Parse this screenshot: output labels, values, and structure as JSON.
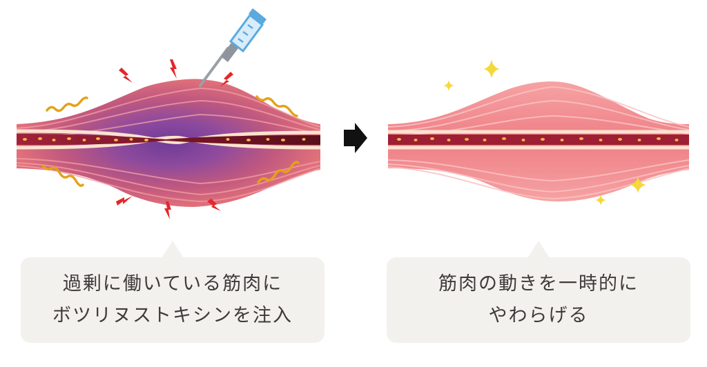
{
  "before": {
    "caption_line1": "過剰に働いている筋肉に",
    "caption_line2": "ボツリヌストキシンを注入"
  },
  "after": {
    "caption_line1": "筋肉の動きを一時的に",
    "caption_line2": "やわらげる"
  },
  "icons": {
    "arrow": "right-arrow-icon",
    "syringe": "syringe-icon",
    "pain": "lightning-bolt-icon",
    "tension": "squiggle-line-icon",
    "relief": "sparkle-icon"
  },
  "colors": {
    "muscle_relaxed": "#f0868c",
    "muscle_tense_core": "#7b3f96",
    "tendon_line": "#fbe3cf",
    "nerve_dark": "#8b1a2b",
    "bolt": "#e4272a",
    "squiggle": "#e3a21a",
    "sparkle": "#f5d93b",
    "caption_bg": "#f3f1ee",
    "caption_text": "#3e3a39"
  }
}
